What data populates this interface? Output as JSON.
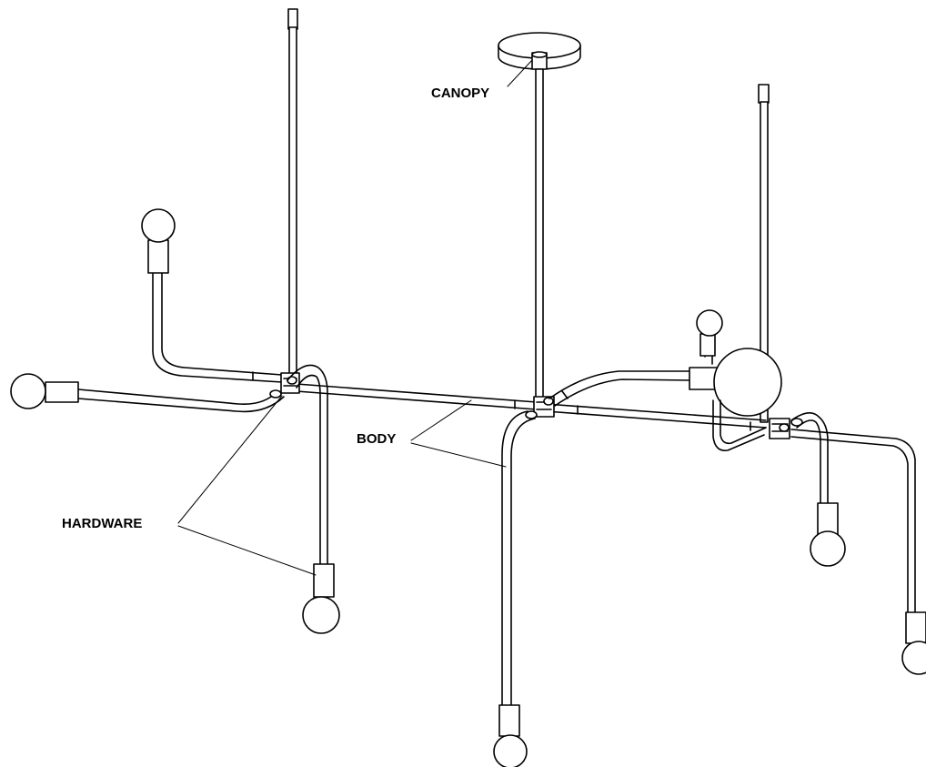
{
  "diagram": {
    "labels": {
      "canopy": "CANOPY",
      "body": "BODY",
      "hardware": "HARDWARE"
    },
    "line_color": "#000000",
    "fill_color": "#ffffff"
  }
}
